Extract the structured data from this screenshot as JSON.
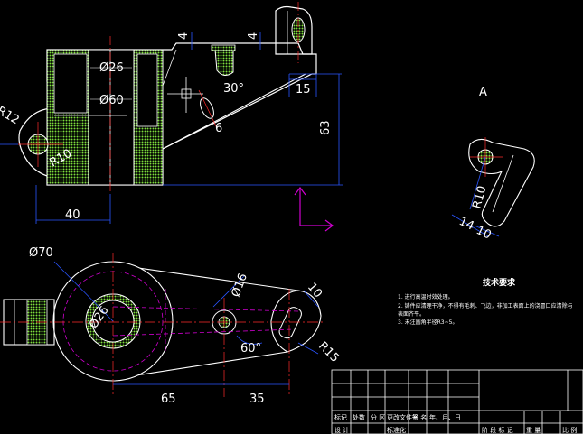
{
  "colors": {
    "background": "#000000",
    "outline": "#ffffff",
    "hatch": "#7ddc3c",
    "dimension": "#2a55ff",
    "center": "#ff2b2b",
    "hidden": "#d000d0",
    "ucs": "#d000d0"
  },
  "front_view": {
    "dims": {
      "bore_outer": "Ø60",
      "bore_inner": "Ø26",
      "thick_a": "4",
      "thick_b": "4",
      "angle": "30°",
      "width_top": "15",
      "height": "63",
      "slot": "6",
      "hole_radius": "R10",
      "boss_radius": "R12",
      "offset": "40"
    }
  },
  "top_view": {
    "dims": {
      "outer_dia": "Ø70",
      "inner_dia": "Ø26",
      "small_hole": "Ø16",
      "slot_width": "10",
      "angle": "60°",
      "end_radius": "R15",
      "spacing_a": "65",
      "spacing_b": "35"
    }
  },
  "aux_view": {
    "label": "A",
    "dims": {
      "radius": "R10",
      "width": "14",
      "height": "10"
    }
  },
  "tech_requirements": {
    "title": "技术要求",
    "lines": [
      "1. 进行高温时效处理。",
      "2. 铸件应清理干净，不得有毛刺、飞边，非加工表面上的浇冒口应清除与",
      "   表面齐平。",
      "3. 未注圆角半径R3~5。"
    ]
  },
  "title_block": {
    "row1": [
      "标记",
      "处数",
      "分 区",
      "更改文件号",
      "签 名",
      "年、月、日"
    ],
    "row2": [
      "设 计",
      "",
      "标准化",
      ""
    ],
    "right": [
      "阶 段 标 记",
      "重 量",
      "比 例"
    ]
  }
}
